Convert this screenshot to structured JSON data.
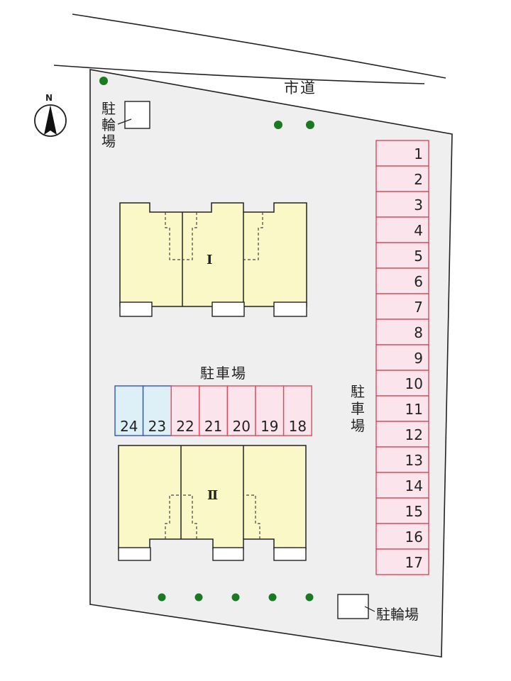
{
  "labels": {
    "road": "市道",
    "bike_parking_top": "駐輪場",
    "bike_parking_bottom": "駐輪場",
    "parking_center": "駐車場",
    "parking_right": "駐車場",
    "building_1": "Ⅰ",
    "building_2": "Ⅱ",
    "compass": "N"
  },
  "right_parking_spaces": [
    "1",
    "2",
    "3",
    "4",
    "5",
    "6",
    "7",
    "8",
    "9",
    "10",
    "11",
    "12",
    "13",
    "14",
    "15",
    "16",
    "17"
  ],
  "center_parking_spaces": [
    {
      "number": "24",
      "type": "blue"
    },
    {
      "number": "23",
      "type": "blue"
    },
    {
      "number": "22",
      "type": "pink"
    },
    {
      "number": "21",
      "type": "pink"
    },
    {
      "number": "20",
      "type": "pink"
    },
    {
      "number": "19",
      "type": "pink"
    },
    {
      "number": "18",
      "type": "pink"
    }
  ],
  "colors": {
    "lot_fill": "#efefef",
    "building_fill": "#fbf8c7",
    "pink_fill": "#fce4ec",
    "pink_stroke": "#e0485c",
    "blue_fill": "#ddf0f8",
    "blue_stroke": "#2f4fd0",
    "tree": "#1a7a22",
    "outline": "#222222"
  }
}
